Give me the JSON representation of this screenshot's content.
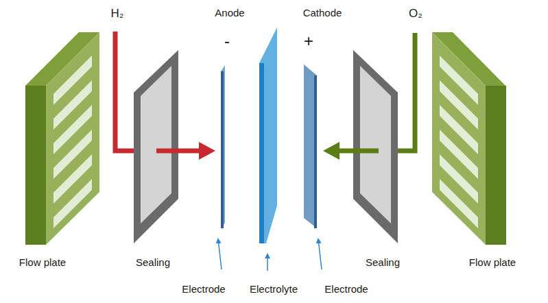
{
  "diagram": {
    "labels": [
      "H₂",
      "Anode",
      "Cathode",
      "-",
      "+",
      "O₂",
      "Flow plate",
      "Sealing",
      "Electrode",
      "Electrolyte",
      "Electrode",
      "Sealing",
      "Flow plate"
    ]
  }
}
